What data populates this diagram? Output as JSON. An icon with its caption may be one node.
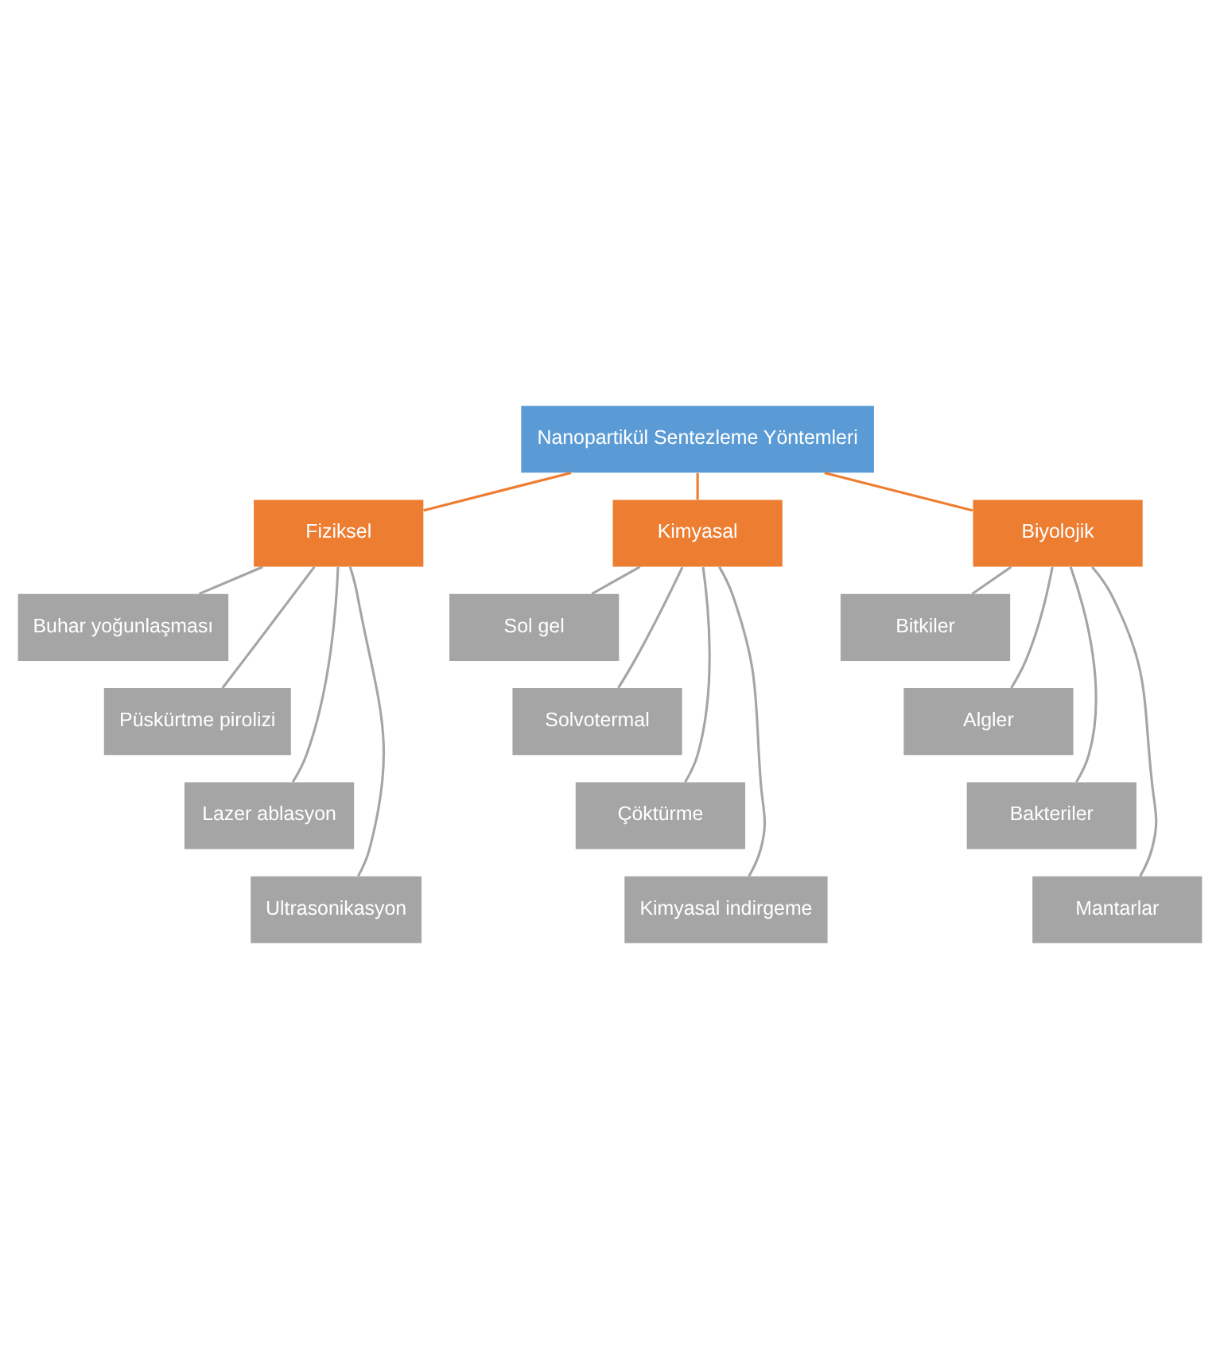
{
  "diagram": {
    "nodes": [
      {
        "text": [
          "Nanopartikül Sentezleme Yöntemleri"
        ]
      },
      {
        "text": [
          "Fiziksel"
        ]
      },
      {
        "text": [
          "Kimyasal"
        ]
      },
      {
        "text": [
          "Biyolojik"
        ]
      },
      {
        "text": [
          "Buhar yoğunlaşması"
        ]
      },
      {
        "text": [
          "Püskürtme pirolizi"
        ]
      },
      {
        "text": [
          "Lazer ablasyon"
        ]
      },
      {
        "text": [
          "Ultrasonikasyon"
        ]
      },
      {
        "text": [
          "Sol gel"
        ]
      },
      {
        "text": [
          "Solvotermal"
        ]
      },
      {
        "text": [
          "Çöktürme"
        ]
      },
      {
        "text": [
          "Kimyasal indirgeme"
        ]
      },
      {
        "text": [
          "Bitkiler"
        ]
      },
      {
        "text": [
          "Algler"
        ]
      },
      {
        "text": [
          "Bakteriler"
        ]
      },
      {
        "text": [
          "Mantarlar"
        ]
      }
    ],
    "edges": [
      {
        "from": 0,
        "to": 1,
        "arrow": "none",
        "color": "#ed7d31"
      },
      {
        "from": 0,
        "to": 2,
        "arrow": "none",
        "color": "#ed7d31"
      },
      {
        "from": 0,
        "to": 3,
        "arrow": "none",
        "color": "#ed7d31"
      },
      {
        "from": 1,
        "to": 4,
        "arrow": "none"
      },
      {
        "from": 1,
        "to": 5,
        "arrow": "none"
      },
      {
        "from": 1,
        "to": 6,
        "arrow": "none"
      },
      {
        "from": 1,
        "to": 7,
        "arrow": "none"
      },
      {
        "from": 2,
        "to": 8,
        "arrow": "none"
      },
      {
        "from": 2,
        "to": 9,
        "arrow": "none"
      },
      {
        "from": 2,
        "to": 10,
        "arrow": "none"
      },
      {
        "from": 2,
        "to": 11,
        "arrow": "none"
      },
      {
        "from": 3,
        "to": 12,
        "arrow": "none"
      },
      {
        "from": 3,
        "to": 13,
        "arrow": "none"
      },
      {
        "from": 3,
        "to": 14,
        "arrow": "none"
      },
      {
        "from": 3,
        "to": 15,
        "arrow": "none"
      }
    ]
  }
}
